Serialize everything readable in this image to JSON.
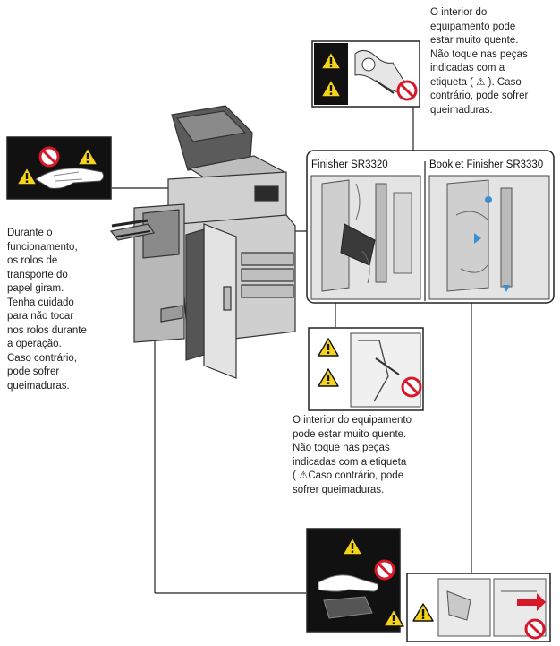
{
  "note_top_right": "O interior do\nequipamento pode\nestar muito quente.\nNão toque nas peças\nindicadas com a\netiqueta ( ⚠ ). Caso\ncontrário, pode sofrer\nqueimaduras.",
  "note_left": "Durante o\nfuncionamento,\nos rolos de\ntransporte do\npapel giram.\nTenha cuidado\npara não tocar\nnos rolos durante\na operação.\nCaso contrário,\npode sofrer\nqueimaduras.",
  "note_center": "O interior do equipamento\npode estar muito quente.\nNão toque nas peças\nindicadas com a etiqueta\n( ⚠Caso contrário, pode\nsofrer queimaduras.",
  "finisher_left_label": "Finisher SR3320",
  "finisher_right_label": "Booklet Finisher SR3330",
  "colors": {
    "warning_yellow": "#f5d31a",
    "prohibit_red": "#d7182a",
    "accent_blue": "#3a8fd1"
  }
}
